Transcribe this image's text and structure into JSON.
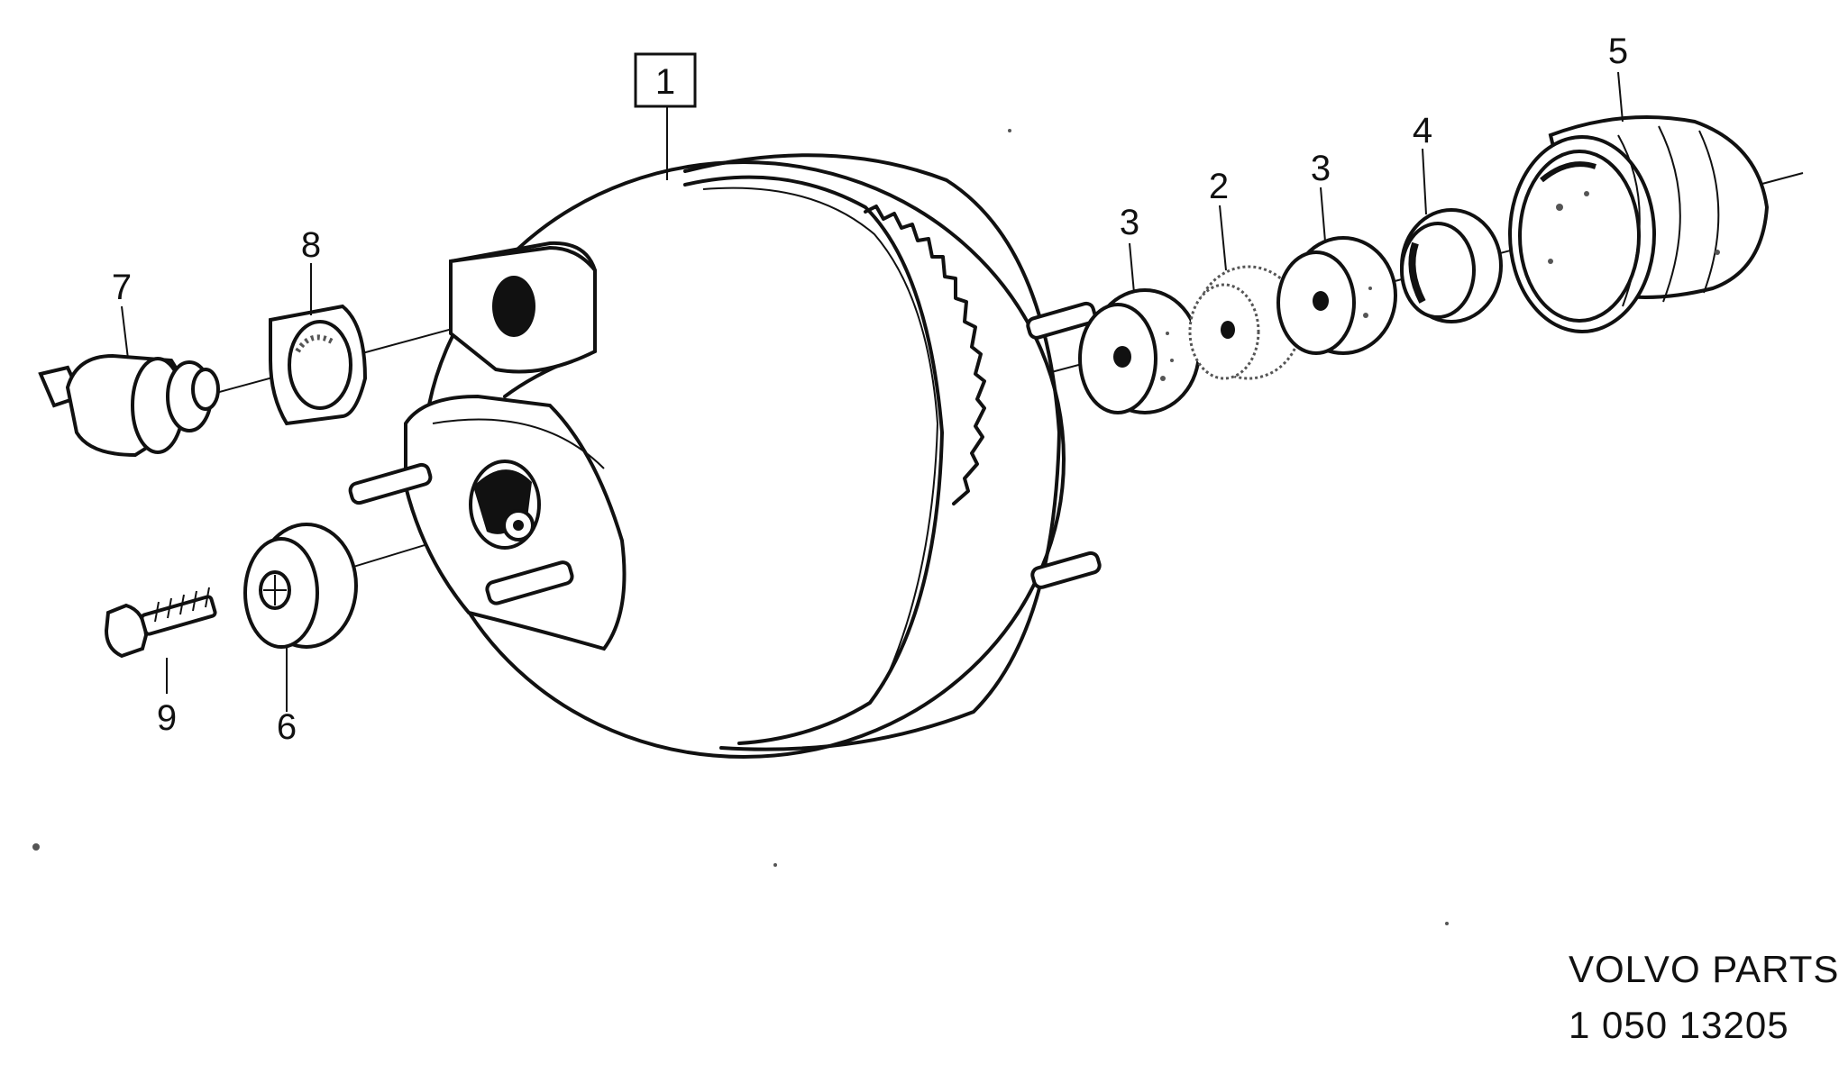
{
  "diagram": {
    "callouts": [
      {
        "id": "1",
        "label": "1",
        "boxed": true
      },
      {
        "id": "2",
        "label": "2"
      },
      {
        "id": "3a",
        "label": "3"
      },
      {
        "id": "3b",
        "label": "3"
      },
      {
        "id": "4",
        "label": "4"
      },
      {
        "id": "5",
        "label": "5"
      },
      {
        "id": "6",
        "label": "6"
      },
      {
        "id": "7",
        "label": "7"
      },
      {
        "id": "8",
        "label": "8"
      },
      {
        "id": "9",
        "label": "9"
      }
    ]
  },
  "footer": {
    "brand": "VOLVO PARTS",
    "code": "1 050 13205"
  },
  "colors": {
    "ink": "#111111",
    "background": "#ffffff"
  }
}
